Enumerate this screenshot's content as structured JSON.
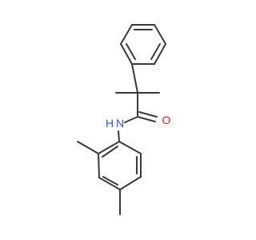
{
  "molecule": {
    "atom_labels": {
      "nitrogen": "N",
      "hydrogen": "H",
      "oxygen": "O"
    },
    "colors": {
      "bond": "#3a3a3a",
      "nitrogen": "#3050f8",
      "oxygen": "#ff0d0d",
      "background": "#ffffff"
    }
  }
}
